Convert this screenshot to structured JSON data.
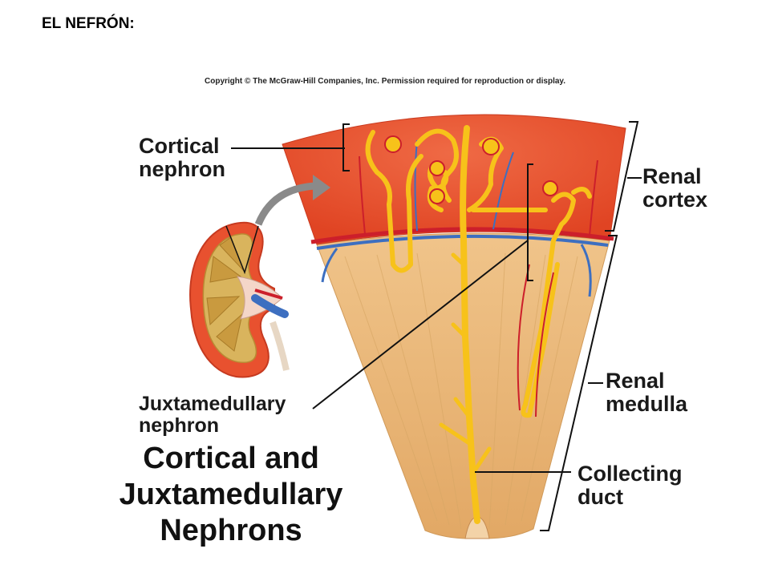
{
  "slide": {
    "title": "EL NEFRÓN:"
  },
  "figure": {
    "copyright": "Copyright © The McGraw-Hill Companies, Inc. Permission required for reproduction or display.",
    "labels": {
      "cortical_nephron": [
        "Cortical",
        "nephron"
      ],
      "juxtamedullary_nephron": [
        "Juxtamedullary",
        "nephron"
      ],
      "renal_cortex": [
        "Renal",
        "cortex"
      ],
      "renal_medulla": [
        "Renal",
        "medulla"
      ],
      "collecting_duct": [
        "Collecting",
        "duct"
      ]
    },
    "caption": [
      "Cortical and",
      "Juxtamedullary",
      "Nephrons"
    ]
  },
  "colors": {
    "cortex": "#e8512f",
    "medulla": "#e9b97a",
    "tubule": "#f7c21a",
    "artery": "#cc1f2b",
    "vein": "#3d6fc0"
  }
}
